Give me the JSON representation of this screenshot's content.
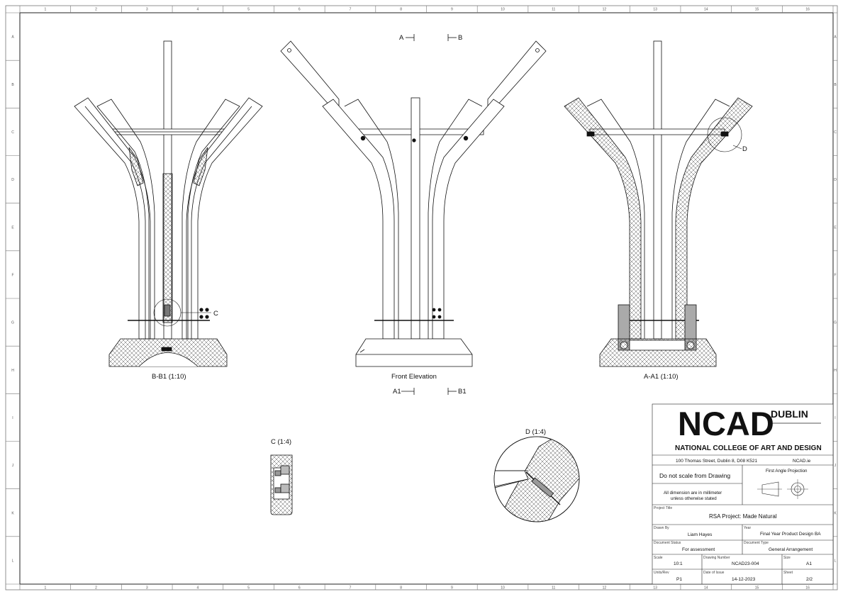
{
  "border": {
    "columns": [
      "1",
      "2",
      "3",
      "4",
      "5",
      "6",
      "7",
      "8",
      "9",
      "10",
      "11",
      "12",
      "13",
      "14",
      "15",
      "16"
    ],
    "rows": [
      "A",
      "B",
      "C",
      "D",
      "E",
      "F",
      "G",
      "H",
      "I",
      "J",
      "K",
      "L"
    ]
  },
  "section_marks": {
    "top_left": "A",
    "top_right": "B",
    "bottom_left": "A1",
    "bottom_right": "B1"
  },
  "views": {
    "section_b": "B-B1 (1:10)",
    "front": "Front Elevation",
    "section_a": "A-A1 (1:10)",
    "detail_c": "C (1:4)",
    "detail_d": "D (1:4)",
    "callout_c": "C",
    "callout_d": "D"
  },
  "title_block": {
    "logo": "NCAD",
    "logo_super": "DUBLIN",
    "college": "NATIONAL COLLEGE OF ART AND DESIGN",
    "address": "100 Thomas Street, Dublin 8, D08 K521",
    "website": "NCAD.ie",
    "no_scale": "Do not scale from Drawing",
    "units_line1": "All dimension are in millimeter",
    "units_line2": "unless otherwise stated",
    "projection": "First Angle Projection",
    "project_title_label": "Project Title",
    "project_title": "RSA Project: Made Natural",
    "drawn_by_label": "Drawn By",
    "drawn_by": "Liam Hayes",
    "year_label": "Year",
    "year": "Final Year Product Design BA",
    "doc_status_label": "Document Status",
    "doc_status": "For assessment",
    "doc_type_label": "Document Type",
    "doc_type": "General Arrangement",
    "scale_label": "Scale",
    "scale": "10:1",
    "drawing_number_label": "Drawing Number",
    "drawing_number": "NCAD23-004",
    "size_label": "Size",
    "size": "A1",
    "units_label": "Units/Rev",
    "units": "P1",
    "date_label": "Date of Issue",
    "date": "14-12-2023",
    "sheet_label": "Sheet",
    "sheet": "2/2"
  }
}
